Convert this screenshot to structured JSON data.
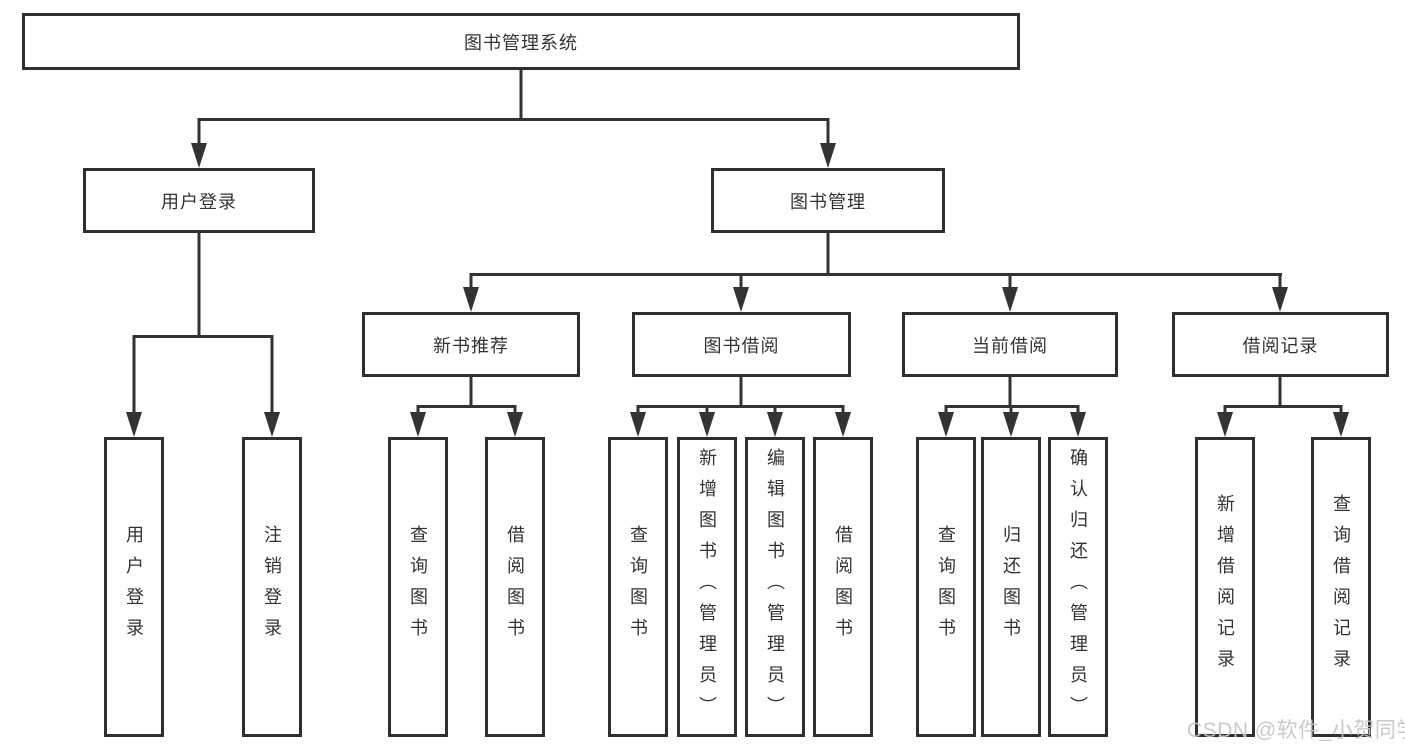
{
  "diagram": {
    "title": "图书管理系统",
    "root": {
      "label": "图书管理系统"
    },
    "level2": [
      {
        "label": "用户登录",
        "parent": "图书管理系统"
      },
      {
        "label": "图书管理",
        "parent": "图书管理系统"
      }
    ],
    "level3": [
      {
        "label": "新书推荐",
        "parent": "图书管理"
      },
      {
        "label": "图书借阅",
        "parent": "图书管理"
      },
      {
        "label": "当前借阅",
        "parent": "图书管理"
      },
      {
        "label": "借阅记录",
        "parent": "图书管理"
      }
    ],
    "leaves": [
      {
        "label": "用户登录",
        "parent": "用户登录"
      },
      {
        "label": "注销登录",
        "parent": "用户登录"
      },
      {
        "label": "查询图书",
        "parent": "新书推荐"
      },
      {
        "label": "借阅图书",
        "parent": "新书推荐"
      },
      {
        "label": "查询图书",
        "parent": "图书借阅"
      },
      {
        "label": "新增图书（管理员）",
        "parent": "图书借阅"
      },
      {
        "label": "编辑图书（管理员）",
        "parent": "图书借阅"
      },
      {
        "label": "借阅图书",
        "parent": "图书借阅"
      },
      {
        "label": "查询图书",
        "parent": "当前借阅"
      },
      {
        "label": "归还图书",
        "parent": "当前借阅"
      },
      {
        "label": "确认归还（管理员）",
        "parent": "当前借阅"
      },
      {
        "label": "新增借阅记录",
        "parent": "借阅记录"
      },
      {
        "label": "查询借阅记录",
        "parent": "借阅记录"
      }
    ]
  },
  "watermark": {
    "text": "CSDN @软件_小贺同学"
  },
  "colors": {
    "line": "#333333",
    "box_border": "#2f2f2f",
    "text": "#333333",
    "background": "#ffffff",
    "watermark": "#c6c6c6"
  }
}
